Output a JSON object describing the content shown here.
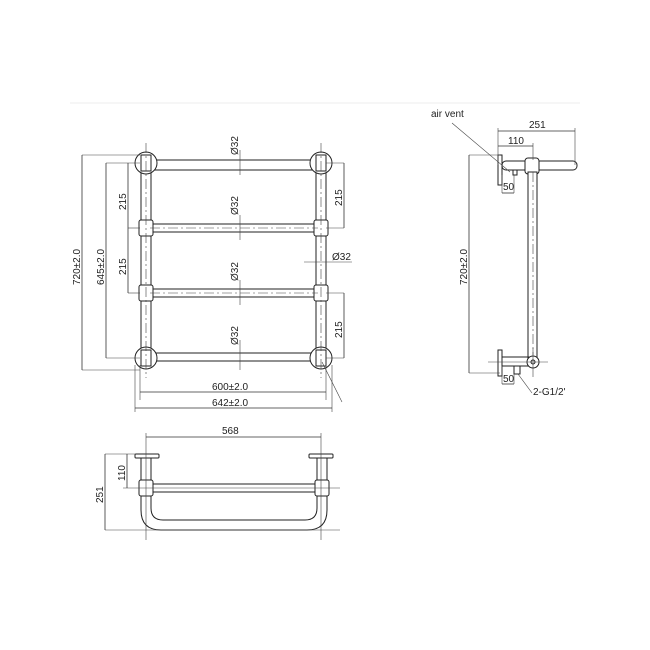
{
  "drawing": {
    "front_view": {
      "bar_diameter": "Ø32",
      "bar_diameter_labels": [
        "Ø32",
        "Ø32",
        "Ø32",
        "Ø32"
      ],
      "side_diameter": "Ø32",
      "spacing_left": [
        "215",
        "215"
      ],
      "spacing_right": [
        "215",
        "215"
      ],
      "overall_height": "720±2.0",
      "center_height": "645±2.0",
      "center_width": "600±2.0",
      "overall_width": "642±2.0"
    },
    "side_view": {
      "air_vent_label": "air vent",
      "depth": "251",
      "wall_to_center": "110",
      "top_offset": "50",
      "bottom_offset": "50",
      "height": "720±2.0",
      "connection": "2-G1/2'"
    },
    "top_view": {
      "width": "568",
      "wall_to_center": "110",
      "depth": "251"
    }
  }
}
